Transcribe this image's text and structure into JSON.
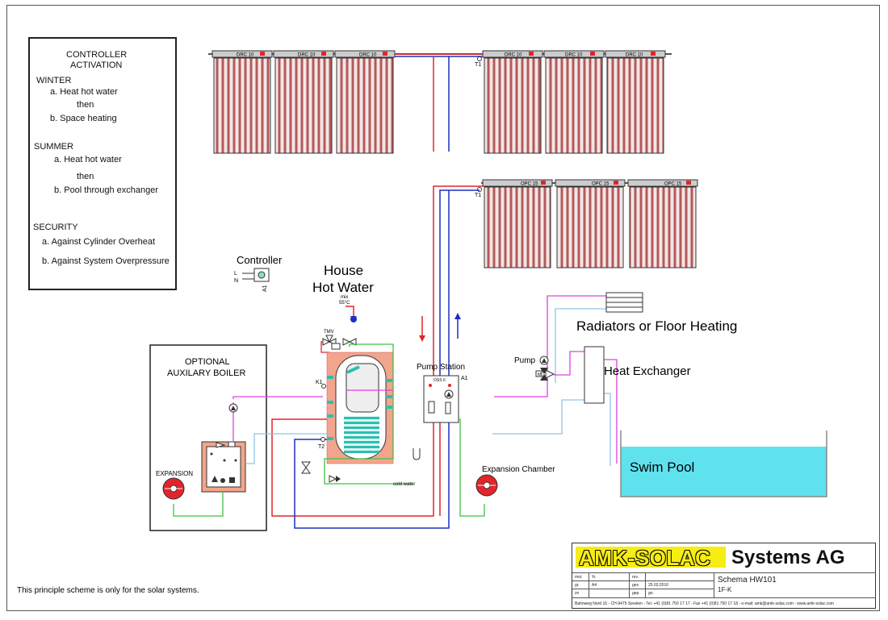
{
  "legend": {
    "title_line1": "CONTROLLER",
    "title_line2": "ACTIVATION",
    "winter": "WINTER",
    "winter_a": "a.   Heat hot water",
    "winter_then": "then",
    "winter_b": "b.   Space heating",
    "summer": "SUMMER",
    "summer_a": "a.   Heat hot water",
    "summer_then": "then",
    "summer_b": "b.   Pool through exchanger",
    "security": "SECURITY",
    "security_a": "a.  Against Cylinder Overheat",
    "security_b": "b.  Against System Overpressure"
  },
  "collectors": {
    "upper_label": "DRC 10",
    "lower_label": "OPC 15",
    "sensor_upper": "T1",
    "sensor_lower": "T1"
  },
  "labels": {
    "controller": "Controller",
    "controller_l": "L",
    "controller_n": "N",
    "controller_a1": "A1",
    "house_line1": "House",
    "house_line2": "Hot Water",
    "mix": "mix",
    "temp": "55°C",
    "tmv": "TMV",
    "k1": "K1",
    "t2": "T2",
    "cold_water": "cold water",
    "optional_line1": "OPTIONAL",
    "optional_line2": "AUXILARY BOILER",
    "expansion": "EXPANSION",
    "pump_station": "Pump Station",
    "pump_station_a1": "A1",
    "pump_station_code": "OSS II",
    "expansion_chamber": "Expansion Chamber",
    "pump": "Pump",
    "pump_m": "M",
    "radiators": "Radiators or Floor Heating",
    "heat_exchanger": "Heat Exchanger",
    "swim_pool": "Swim Pool",
    "footer_note": "This principle scheme is only for the solar systems."
  },
  "titleblock": {
    "brand_a": "AMK-SOLAC",
    "brand_b": "Systems AG",
    "schema": "Schema HW101",
    "schema_code": "1F-K",
    "date": "25.03.2010",
    "cell_mst": "mst.",
    "cell_pct": "%",
    "cell_gr": "gr.",
    "cell_a4": "A4",
    "cell_rev": "rev.",
    "cell_ges": "ges",
    "cell_gez": "gez.",
    "cell_zn": "zn",
    "cell_gep": "gep.",
    "cell_gn": "gn.",
    "address": "Bahnweg Nord 16  -  CH-9475 Sevelen  -  Tel. +41 (0)81 750 17 17  -  Fax +41 (0)81 750 17 18  -  e-mail: amk@amk-solac.com  -  www.amk-solac.com"
  },
  "colors": {
    "hot": "#e3242b",
    "cold": "#1f2fbf",
    "light": "#8ec6e8",
    "magenta": "#e040e0",
    "green": "#3ec43e",
    "tank_jacket": "#f2a58c",
    "coil": "#2bbfb0",
    "pool": "#5fe1ee",
    "collector_tube": "#b45a5a"
  }
}
